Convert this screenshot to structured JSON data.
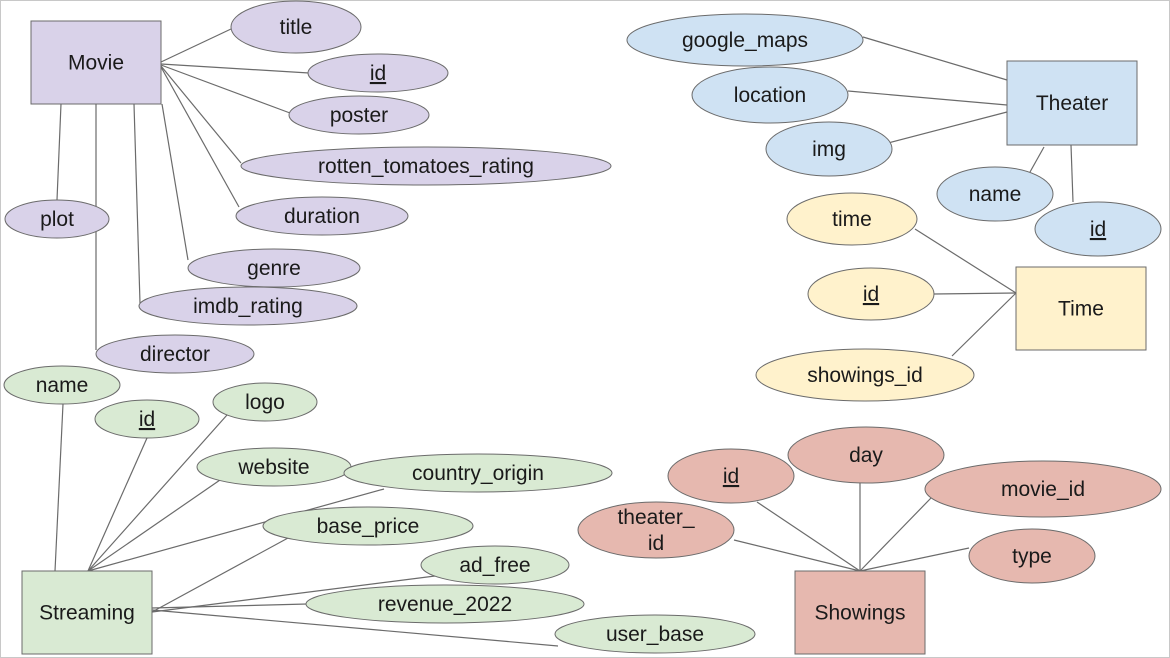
{
  "colors": {
    "movie": "#d9d2e9",
    "theater": "#cfe2f3",
    "time": "#fff2cc",
    "streaming": "#d9ead3",
    "showings": "#e6b8af",
    "stroke": "#6b6b6b",
    "line": "#6b6b6b"
  },
  "entities": [
    {
      "id": "movie",
      "label": "Movie",
      "color": "movie"
    },
    {
      "id": "theater",
      "label": "Theater",
      "color": "theater"
    },
    {
      "id": "time",
      "label": "Time",
      "color": "time"
    },
    {
      "id": "streaming",
      "label": "Streaming",
      "color": "streaming"
    },
    {
      "id": "showings",
      "label": "Showings",
      "color": "showings"
    }
  ],
  "attributes": [
    {
      "id": "movie-title",
      "entity": "movie",
      "label": "title",
      "key": false
    },
    {
      "id": "movie-id",
      "entity": "movie",
      "label": "id",
      "key": true
    },
    {
      "id": "movie-poster",
      "entity": "movie",
      "label": "poster",
      "key": false
    },
    {
      "id": "movie-rotten-tomatoes-rating",
      "entity": "movie",
      "label": "rotten_tomatoes_rating",
      "key": false
    },
    {
      "id": "movie-duration",
      "entity": "movie",
      "label": "duration",
      "key": false
    },
    {
      "id": "movie-plot",
      "entity": "movie",
      "label": "plot",
      "key": false
    },
    {
      "id": "movie-genre",
      "entity": "movie",
      "label": "genre",
      "key": false
    },
    {
      "id": "movie-imdb-rating",
      "entity": "movie",
      "label": "imdb_rating",
      "key": false
    },
    {
      "id": "movie-director",
      "entity": "movie",
      "label": "director",
      "key": false
    },
    {
      "id": "theater-google-maps",
      "entity": "theater",
      "label": "google_maps",
      "key": false
    },
    {
      "id": "theater-location",
      "entity": "theater",
      "label": "location",
      "key": false
    },
    {
      "id": "theater-img",
      "entity": "theater",
      "label": "img",
      "key": false
    },
    {
      "id": "theater-name",
      "entity": "theater",
      "label": "name",
      "key": false
    },
    {
      "id": "theater-id",
      "entity": "theater",
      "label": "id",
      "key": true
    },
    {
      "id": "time-time",
      "entity": "time",
      "label": "time",
      "key": false
    },
    {
      "id": "time-id",
      "entity": "time",
      "label": "id",
      "key": true
    },
    {
      "id": "time-showings-id",
      "entity": "time",
      "label": "showings_id",
      "key": false
    },
    {
      "id": "streaming-name",
      "entity": "streaming",
      "label": "name",
      "key": false
    },
    {
      "id": "streaming-id",
      "entity": "streaming",
      "label": "id",
      "key": true
    },
    {
      "id": "streaming-logo",
      "entity": "streaming",
      "label": "logo",
      "key": false
    },
    {
      "id": "streaming-website",
      "entity": "streaming",
      "label": "website",
      "key": false
    },
    {
      "id": "streaming-country-origin",
      "entity": "streaming",
      "label": "country_origin",
      "key": false
    },
    {
      "id": "streaming-base-price",
      "entity": "streaming",
      "label": "base_price",
      "key": false
    },
    {
      "id": "streaming-ad-free",
      "entity": "streaming",
      "label": "ad_free",
      "key": false
    },
    {
      "id": "streaming-revenue-2022",
      "entity": "streaming",
      "label": "revenue_2022",
      "key": false
    },
    {
      "id": "streaming-user-base",
      "entity": "streaming",
      "label": "user_base",
      "key": false
    },
    {
      "id": "showings-id",
      "entity": "showings",
      "label": "id",
      "key": true
    },
    {
      "id": "showings-day",
      "entity": "showings",
      "label": "day",
      "key": false
    },
    {
      "id": "showings-movie-id",
      "entity": "showings",
      "label": "movie_id",
      "key": false
    },
    {
      "id": "showings-theater-id",
      "entity": "showings",
      "label": [
        "theater_",
        "id"
      ],
      "key": false
    },
    {
      "id": "showings-type",
      "entity": "showings",
      "label": "type",
      "key": false
    }
  ]
}
